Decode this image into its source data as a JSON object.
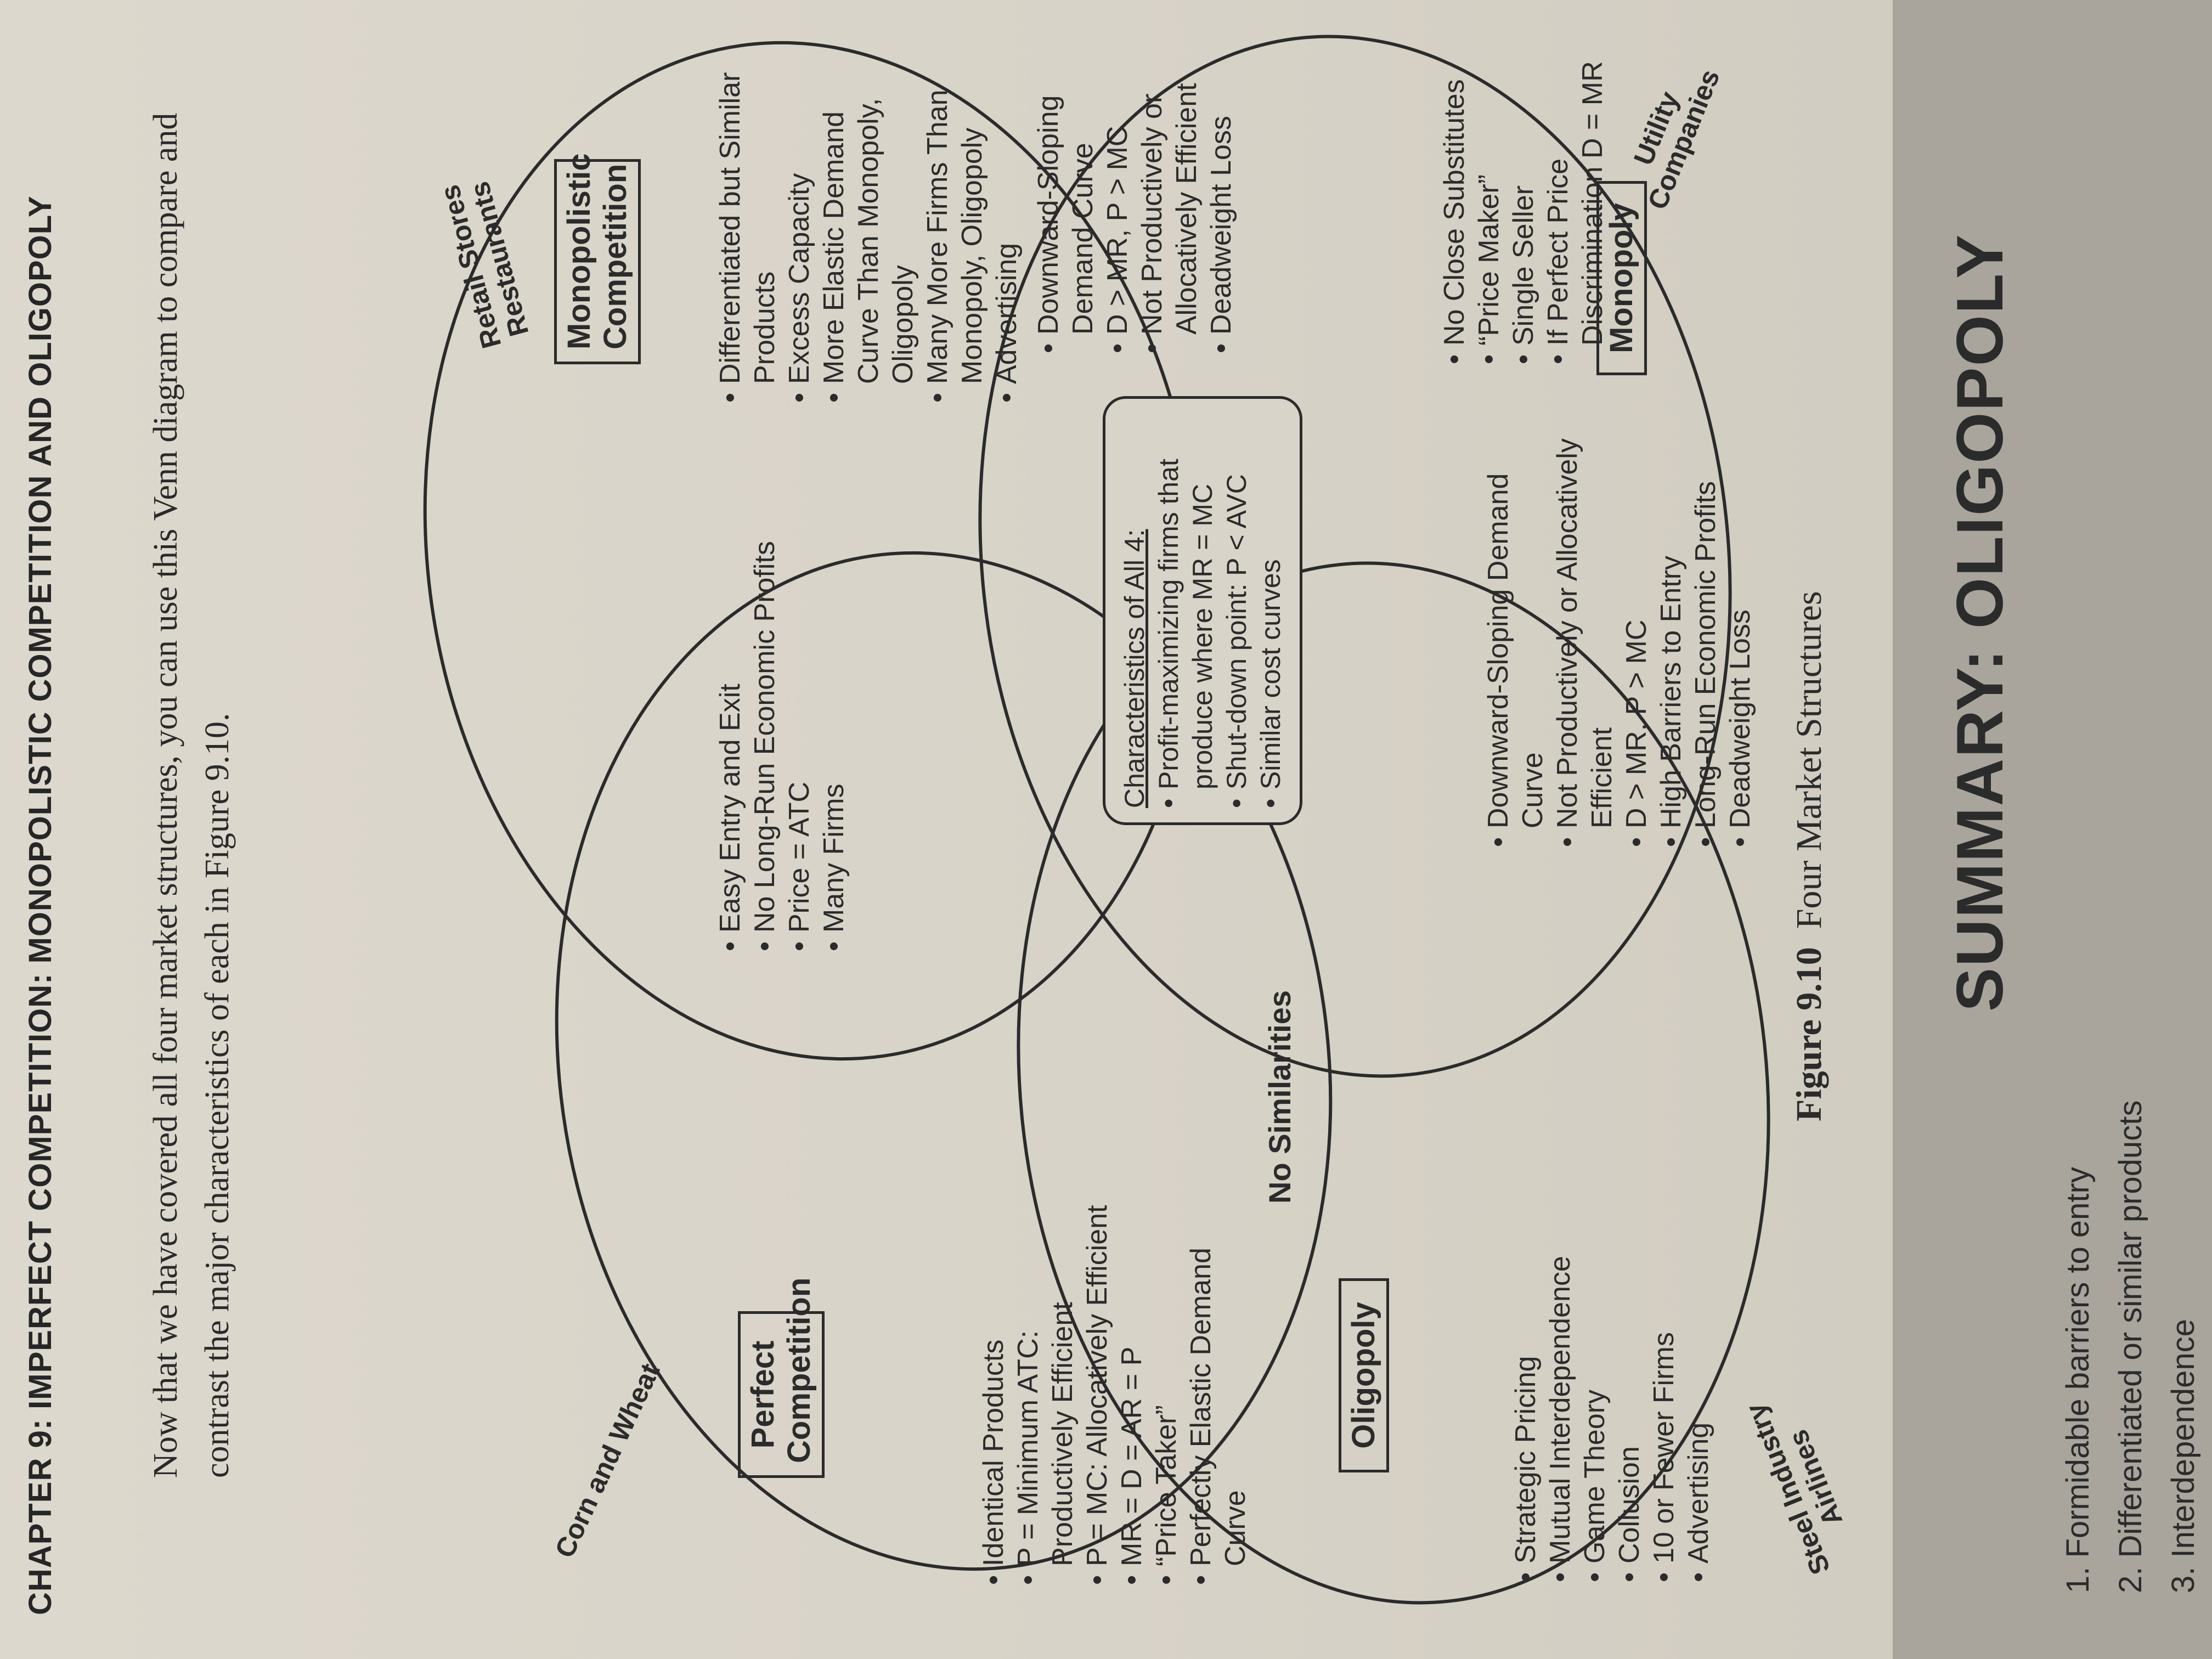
{
  "header": "CHAPTER 9: IMPERFECT COMPETITION: MONOPOLISTIC COMPETITION AND OLIGOPOLY",
  "intro": "Now that we have covered all four market structures, you can use this Venn diagram to compare and contrast the major characteristics of each in Figure 9.10.",
  "venn": {
    "perfect": {
      "label": "Perfect Competition",
      "example": "Corn and Wheat",
      "items": [
        "Identical Products",
        "P = Minimum ATC: Productively Efficient",
        "P = MC: Allocatively Efficient",
        "MR = D = AR = P",
        "“Price Taker”",
        "Perfectly Elastic Demand Curve"
      ]
    },
    "monopolistic": {
      "label": "Monopolistic Competition",
      "example": "Retail Stores Restaurants",
      "items": [
        "Differentiated but Similar Products",
        "Excess Capacity",
        "More Elastic Demand Curve Than Monopoly, Oligopoly",
        "Many More Firms Than Monopoly, Oligopoly",
        "Advertising"
      ]
    },
    "oligopoly": {
      "label": "Oligopoly",
      "example": "Steel Industry Airlines",
      "items": [
        "Strategic Pricing",
        "Mutual Interdependence",
        "Game Theory",
        "Collusion",
        "10 or Fewer Firms",
        "Advertising"
      ]
    },
    "monopoly": {
      "label": "Monopoly",
      "example": "Utility Companies",
      "items": [
        "No Close Substitutes",
        "“Price Maker”",
        "Single Seller",
        "If Perfect Price Discrimination D = MR"
      ]
    },
    "perfect_monopolistic": [
      "Easy Entry and Exit",
      "No Long-Run Economic Profits",
      "Price = ATC",
      "Many Firms"
    ],
    "monopolistic_monopoly": [
      "Downward-Sloping Demand Curve",
      "D > MR, P > MC",
      "Not Productively or Allocatively Efficient",
      "Deadweight Loss"
    ],
    "oligopoly_monopoly": [
      "Downward-Sloping Demand Curve",
      "Not Productively or Allocatively Efficient",
      "D > MR, P > MC",
      "High Barriers to Entry",
      "Long-Run Economic Profits",
      "Deadweight Loss"
    ],
    "perfect_oligopoly": "No Similarities",
    "center": {
      "title": "Characteristics of All 4:",
      "items": [
        "Profit-maximizing firms that produce where MR = MC",
        "Shut-down point: P < AVC",
        "Similar cost curves"
      ]
    }
  },
  "caption": {
    "number": "Figure 9.10",
    "title": "Four Market Structures"
  },
  "summary": {
    "title": "SUMMARY: OLIGOPOLY",
    "items": [
      "1.  Formidable barriers to entry",
      "2.  Differentiated or similar products",
      "3.  Interdependence"
    ]
  }
}
